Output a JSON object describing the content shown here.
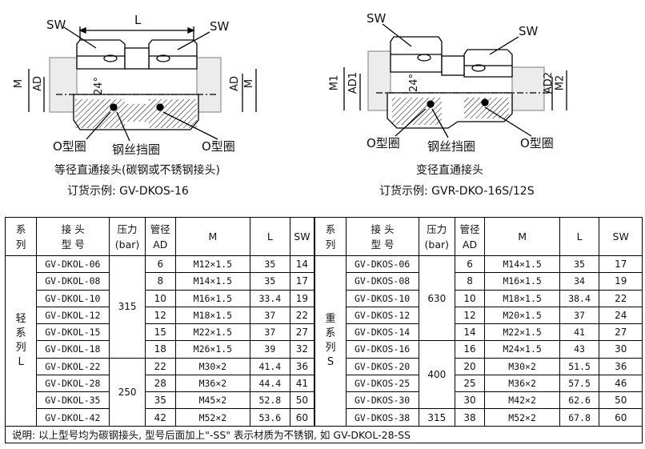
{
  "drawings": {
    "left": {
      "labels": {
        "sw_left": "SW",
        "sw_right": "SW",
        "length": "L",
        "m_left": "M",
        "ad_left": "AD",
        "ad_right": "AD",
        "m_right": "M",
        "angle": "24°",
        "oring_left": "O型圈",
        "wire_ring": "钢丝挡圈",
        "oring_right": "O型圈"
      },
      "caption": "等径直通接头(碳钢或不锈钢接头)",
      "order_example": "订货示例: GV-DKOS-16"
    },
    "right": {
      "labels": {
        "sw_left": "SW",
        "sw_right": "SW",
        "m1": "M1",
        "ad1": "AD1",
        "ad2": "AD2",
        "m2": "M2",
        "angle": "24°",
        "oring_left": "O型圈",
        "wire_ring": "钢丝挡圈",
        "oring_right": "O型圈"
      },
      "caption": "变径直通接头",
      "order_example": "订货示例: GVR-DKO-16S/12S"
    }
  },
  "table": {
    "headers": {
      "series_1": "系",
      "series_2": "列",
      "model_1": "接  头",
      "model_2": "型  号",
      "pressure_1": "压力",
      "pressure_2": "(bar)",
      "pipe_1": "管径",
      "pipe_2": "AD",
      "thread": "M",
      "length": "L",
      "sw": "SW"
    },
    "light": {
      "series_label": [
        "轻",
        "系",
        "列",
        "L"
      ],
      "groups": [
        {
          "pressure": "315",
          "rows": [
            {
              "model": "GV-DKOL-06",
              "ad": "6",
              "m": "M12×1.5",
              "l": "35",
              "sw": "14"
            },
            {
              "model": "GV-DKOL-08",
              "ad": "8",
              "m": "M14×1.5",
              "l": "35",
              "sw": "17"
            },
            {
              "model": "GV-DKOL-10",
              "ad": "10",
              "m": "M16×1.5",
              "l": "33.4",
              "sw": "19"
            },
            {
              "model": "GV-DKOL-12",
              "ad": "12",
              "m": "M18×1.5",
              "l": "37",
              "sw": "22"
            },
            {
              "model": "GV-DKOL-15",
              "ad": "15",
              "m": "M22×1.5",
              "l": "37",
              "sw": "27"
            },
            {
              "model": "GV-DKOL-18",
              "ad": "18",
              "m": "M26×1.5",
              "l": "39",
              "sw": "32"
            }
          ]
        },
        {
          "pressure": "250",
          "rows": [
            {
              "model": "GV-DKOL-22",
              "ad": "22",
              "m": "M30×2",
              "l": "41.4",
              "sw": "36"
            },
            {
              "model": "GV-DKOL-28",
              "ad": "28",
              "m": "M36×2",
              "l": "44.4",
              "sw": "41"
            },
            {
              "model": "GV-DKOL-35",
              "ad": "35",
              "m": "M45×2",
              "l": "52.8",
              "sw": "50"
            },
            {
              "model": "GV-DKOL-42",
              "ad": "42",
              "m": "M52×2",
              "l": "53.6",
              "sw": "60"
            }
          ]
        }
      ]
    },
    "heavy": {
      "series_label": [
        "重",
        "系",
        "列",
        "S"
      ],
      "groups": [
        {
          "pressure": "630",
          "rows": [
            {
              "model": "GV-DKOS-06",
              "ad": "6",
              "m": "M14×1.5",
              "l": "35",
              "sw": "17"
            },
            {
              "model": "GV-DKOS-08",
              "ad": "8",
              "m": "M16×1.5",
              "l": "34",
              "sw": "19"
            },
            {
              "model": "GV-DKOS-10",
              "ad": "10",
              "m": "M18×1.5",
              "l": "38.4",
              "sw": "22"
            },
            {
              "model": "GV-DKOS-12",
              "ad": "12",
              "m": "M20×1.5",
              "l": "37",
              "sw": "24"
            },
            {
              "model": "GV-DKOS-14",
              "ad": "14",
              "m": "M22×1.5",
              "l": "41",
              "sw": "27"
            }
          ]
        },
        {
          "pressure": "400",
          "rows": [
            {
              "model": "GV-DKOS-16",
              "ad": "16",
              "m": "M24×1.5",
              "l": "43",
              "sw": "30"
            },
            {
              "model": "GV-DKOS-20",
              "ad": "20",
              "m": "M30×2",
              "l": "51.5",
              "sw": "36"
            },
            {
              "model": "GV-DKOS-25",
              "ad": "25",
              "m": "M36×2",
              "l": "57.5",
              "sw": "46"
            },
            {
              "model": "GV-DKOS-30",
              "ad": "30",
              "m": "M42×2",
              "l": "62.6",
              "sw": "50"
            }
          ]
        },
        {
          "pressure": "315",
          "rows": [
            {
              "model": "GV-DKOS-38",
              "ad": "38",
              "m": "M52×2",
              "l": "67.8",
              "sw": "60"
            }
          ]
        }
      ]
    },
    "note": "说明: 以上型号均为碳钢接头, 型号后面加上\"-SS\" 表示材质为不锈钢, 如 GV-DKOL-28-SS"
  }
}
